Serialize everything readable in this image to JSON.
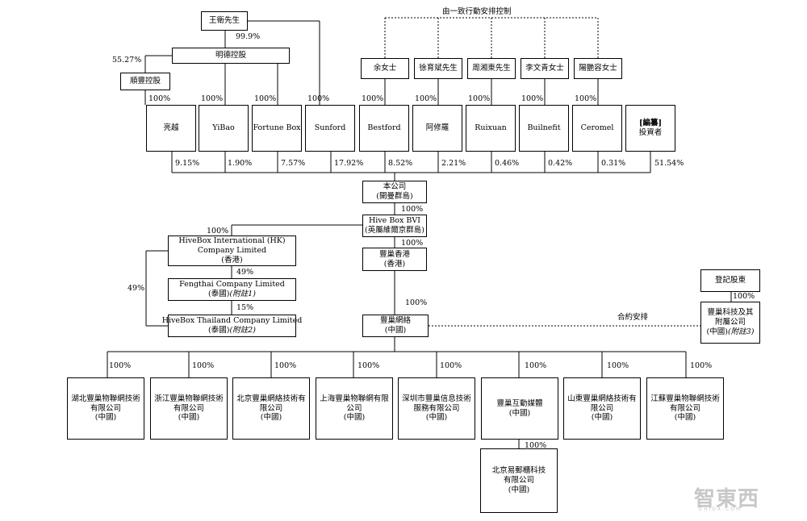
{
  "watermark": {
    "main": "智東西",
    "sub": "ZHIDX.COM"
  },
  "labels": {
    "concert": "由一致行動安排控制",
    "contract": "合約安排"
  },
  "people": {
    "wang": "王衛先生",
    "yu": "余女士",
    "xu": "徐育斌先生",
    "zhou": "周湘東先生",
    "li": "李文青女士",
    "yang": "陽艷容女士"
  },
  "holdcos": {
    "mingde": "明德控股",
    "shunfeng": "順豐控股"
  },
  "shareholders": [
    {
      "name": "亮越",
      "pct": "9.15%",
      "own": "100%"
    },
    {
      "name": "YiBao",
      "pct": "1.90%",
      "own": "100%"
    },
    {
      "name": "Fortune Box",
      "pct": "7.57%",
      "own": "100%"
    },
    {
      "name": "Sunford",
      "pct": "17.92%",
      "own": "100%"
    },
    {
      "name": "Bestford",
      "pct": "8.52%",
      "own": "100%"
    },
    {
      "name": "阿修羅",
      "pct": "2.21%",
      "own": "100%"
    },
    {
      "name": "Ruixuan",
      "pct": "0.46%",
      "own": "100%"
    },
    {
      "name": "Builnefit",
      "pct": "0.42%",
      "own": "100%"
    },
    {
      "name": "Ceromel",
      "pct": "0.31%",
      "own": "100%"
    },
    {
      "name_tag": "[編纂]",
      "name": "投資者",
      "pct": "51.54%"
    }
  ],
  "ownership": {
    "wang_mingde": "99.9%",
    "mingde_shunfeng": "55.27%",
    "company_bvi": "100%",
    "bvi_hk": "100%",
    "bvi_intlhk": "100%",
    "intlhk_fengthai": "49%",
    "fengthai_thailand": "15%",
    "intlhk_thailand": "49%",
    "hk_wfoe": "100%",
    "reg_opco": "100%",
    "media_yiyou": "100%"
  },
  "company": {
    "line1": "本公司",
    "line2": "(開曼群島)"
  },
  "bvi": {
    "line1": "Hive Box BVI",
    "line2": "(英屬維爾京群島)"
  },
  "hk": {
    "line1": "豐巢香港",
    "line2": "(香港)"
  },
  "intl_hk": {
    "line1": "HiveBox International (HK)",
    "line2": "Company Limited",
    "line3": "(香港)"
  },
  "fengthai": {
    "line1": "Fengthai Company Limited",
    "line2": "(泰國)",
    "note": "(附註1)"
  },
  "thailand": {
    "line1": "HiveBox Thailand Company Limited",
    "line2": "(泰國)",
    "note": "(附註2)"
  },
  "wfoe": {
    "line1": "豐巢網絡",
    "line2": "(中國)"
  },
  "registered": {
    "label": "登記股東"
  },
  "opco": {
    "line1": "豐巢科技及其",
    "line2": "附屬公司",
    "line3": "(中國)",
    "note": "(附註3)"
  },
  "subsidiaries": [
    {
      "name": "湖北豐巢物聯網技術有限公司",
      "region": "(中國)",
      "pct": "100%"
    },
    {
      "name": "浙江豐巢物聯網技術有限公司",
      "region": "(中國)",
      "pct": "100%"
    },
    {
      "name": "北京豐巢網絡技術有限公司",
      "region": "(中國)",
      "pct": "100%"
    },
    {
      "name": "上海豐巢物聯網有限公司",
      "region": "(中國)",
      "pct": "100%"
    },
    {
      "name": "深圳市豐巢信息技術服務有限公司",
      "region": "(中國)",
      "pct": "100%"
    },
    {
      "name": "豐巢互動媒體",
      "region": "(中國)",
      "pct": "100%"
    },
    {
      "name": "山東豐巢網絡技術有限公司",
      "region": "(中國)",
      "pct": "100%"
    },
    {
      "name": "江蘇豐巢物聯網技術有限公司",
      "region": "(中國)",
      "pct": "100%"
    }
  ],
  "yiyou": {
    "line1": "北京易郵櫃科技",
    "line2": "有限公司",
    "line3": "(中國)"
  }
}
